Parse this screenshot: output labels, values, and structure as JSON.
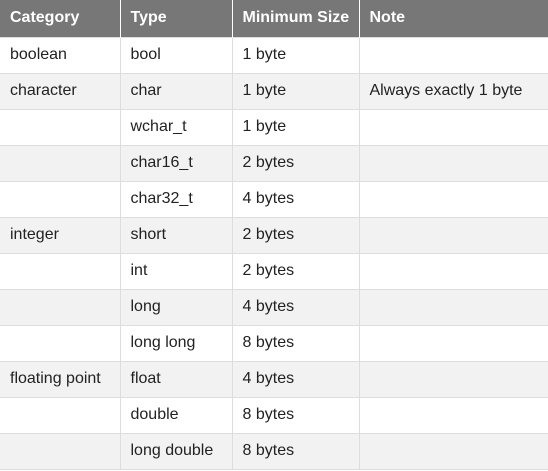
{
  "table": {
    "headers": [
      "Category",
      "Type",
      "Minimum Size",
      "Note"
    ],
    "rows": [
      [
        "boolean",
        "bool",
        "1 byte",
        ""
      ],
      [
        "character",
        "char",
        "1 byte",
        "Always exactly 1 byte"
      ],
      [
        "",
        "wchar_t",
        "1 byte",
        ""
      ],
      [
        "",
        "char16_t",
        "2 bytes",
        ""
      ],
      [
        "",
        "char32_t",
        "4 bytes",
        ""
      ],
      [
        "integer",
        "short",
        "2 bytes",
        ""
      ],
      [
        "",
        "int",
        "2 bytes",
        ""
      ],
      [
        "",
        "long",
        "4 bytes",
        ""
      ],
      [
        "",
        "long long",
        "8 bytes",
        ""
      ],
      [
        "floating point",
        "float",
        "4 bytes",
        ""
      ],
      [
        "",
        "double",
        "8 bytes",
        ""
      ],
      [
        "",
        "long double",
        "8 bytes",
        ""
      ]
    ]
  },
  "colors": {
    "header_background": "#777777",
    "header_text": "#ffffff",
    "stripe_row": "#f2f2f2",
    "border": "#dddddd"
  }
}
